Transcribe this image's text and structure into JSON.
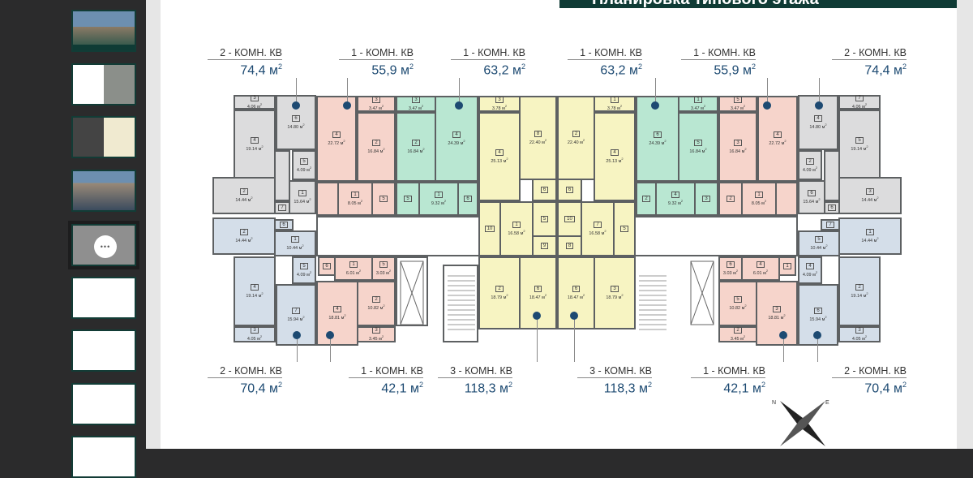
{
  "title": "Планировка типового этажа",
  "thumbnails": [
    {
      "page": 1
    },
    {
      "page": 2
    },
    {
      "page": 3
    },
    {
      "page": 4
    },
    {
      "page": 5,
      "selected": true,
      "overlay": "•••"
    },
    {
      "page": 6
    },
    {
      "page": 7
    },
    {
      "page": 8
    },
    {
      "page": 9
    }
  ],
  "colors": {
    "gray": "#dcdcdd",
    "pink": "#f6d4cb",
    "green": "#b9e7d2",
    "yellow": "#f7f4c2",
    "blue": "#d4dee9",
    "accent": "#1d4a72",
    "header": "#0f3b35"
  },
  "unit": "м",
  "top_labels": [
    {
      "type": "2 - КОМН. КВ",
      "area": "74,4"
    },
    {
      "type": "1 - КОМН. КВ",
      "area": "55,9"
    },
    {
      "type": "1 - КОМН. КВ",
      "area": "63,2"
    },
    {
      "type": "1 - КОМН. КВ",
      "area": "63,2"
    },
    {
      "type": "1 - КОМН. КВ",
      "area": "55,9"
    },
    {
      "type": "2 - КОМН. КВ",
      "area": "74,4"
    }
  ],
  "bottom_labels": [
    {
      "type": "2 - КОМН. КВ",
      "area": "70,4"
    },
    {
      "type": "1 - КОМН. КВ",
      "area": "42,1"
    },
    {
      "type": "3 - КОМН. КВ",
      "area": "118,3"
    },
    {
      "type": "3 - КОМН. КВ",
      "area": "118,3"
    },
    {
      "type": "1 - КОМН. КВ",
      "area": "42,1"
    },
    {
      "type": "2 - КОМН. КВ",
      "area": "70,4"
    }
  ],
  "rooms_left": [
    [
      "3",
      "4.06"
    ],
    [
      "6",
      "14.80"
    ],
    [
      "4",
      "19.14"
    ],
    [
      "5",
      "4.09"
    ],
    [
      "1",
      "15.64"
    ],
    [
      "",
      ""
    ],
    [
      "2",
      "14.44"
    ],
    [
      "7",
      ""
    ],
    [
      "4",
      "22.72"
    ],
    [
      "3",
      "3.47"
    ],
    [
      "2",
      "16.84"
    ],
    [
      "",
      ""
    ],
    [
      "1",
      "8.05"
    ],
    [
      "5",
      ""
    ],
    [
      "3",
      "3.47"
    ],
    [
      "2",
      "16.84"
    ],
    [
      "4",
      "24.39"
    ],
    [
      "5",
      ""
    ],
    [
      "1",
      "9.32"
    ],
    [
      "6",
      ""
    ],
    [
      "3",
      "3.78"
    ],
    [
      "4",
      "25.13"
    ],
    [
      "8",
      "22.40"
    ],
    [
      "6",
      ""
    ],
    [
      "10",
      ""
    ],
    [
      "1",
      "16.58"
    ],
    [
      "5",
      ""
    ],
    [
      "9",
      ""
    ],
    [
      "2",
      "18.79"
    ],
    [
      "6",
      "18.47"
    ],
    [
      "2",
      "14.44"
    ],
    [
      "6",
      ""
    ],
    [
      "1",
      "10.44"
    ],
    [
      "4",
      "19.14"
    ],
    [
      "5",
      "4.09"
    ],
    [
      "7",
      "15.94"
    ],
    [
      "3",
      "4.05"
    ],
    [
      "6",
      ""
    ],
    [
      "1",
      "6.01"
    ],
    [
      "5",
      "3.03"
    ],
    [
      "4",
      "18.81"
    ],
    [
      "2",
      "10.82"
    ],
    [
      "3",
      "3.45"
    ]
  ],
  "rooms_right": [
    [
      "7",
      "4.06"
    ],
    [
      "4",
      "14.80"
    ],
    [
      "5",
      "19.14"
    ],
    [
      "2",
      "4.09"
    ],
    [
      "6",
      "15.64"
    ],
    [
      "",
      ""
    ],
    [
      "3",
      "14.44"
    ],
    [
      "6",
      ""
    ],
    [
      "4",
      "22.72"
    ],
    [
      "5",
      "3.47"
    ],
    [
      "3",
      "16.84"
    ],
    [
      "",
      ""
    ],
    [
      "1",
      "8.05"
    ],
    [
      "2",
      ""
    ],
    [
      "1",
      "3.47"
    ],
    [
      "5",
      "16.84"
    ],
    [
      "6",
      "24.39"
    ],
    [
      "3",
      ""
    ],
    [
      "4",
      "9.32"
    ],
    [
      "2",
      ""
    ],
    [
      "1",
      "3.78"
    ],
    [
      "4",
      "25.13"
    ],
    [
      "2",
      "22.40"
    ],
    [
      "6",
      ""
    ],
    [
      "5",
      ""
    ],
    [
      "7",
      "16.58"
    ],
    [
      "10",
      ""
    ],
    [
      "8",
      ""
    ],
    [
      "3",
      "18.79"
    ],
    [
      "6",
      "18.47"
    ],
    [
      "1",
      "14.44"
    ],
    [
      "7",
      ""
    ],
    [
      "5",
      "10.44"
    ],
    [
      "2",
      "19.14"
    ],
    [
      "4",
      "4.09"
    ],
    [
      "6",
      "15.94"
    ],
    [
      "3",
      "4.05"
    ],
    [
      "1",
      ""
    ],
    [
      "4",
      "6.01"
    ],
    [
      "6",
      "3.03"
    ],
    [
      "3",
      "18.81"
    ],
    [
      "5",
      "10.82"
    ],
    [
      "2",
      "3.45"
    ]
  ],
  "compass": {
    "n": "N",
    "e": "E"
  }
}
